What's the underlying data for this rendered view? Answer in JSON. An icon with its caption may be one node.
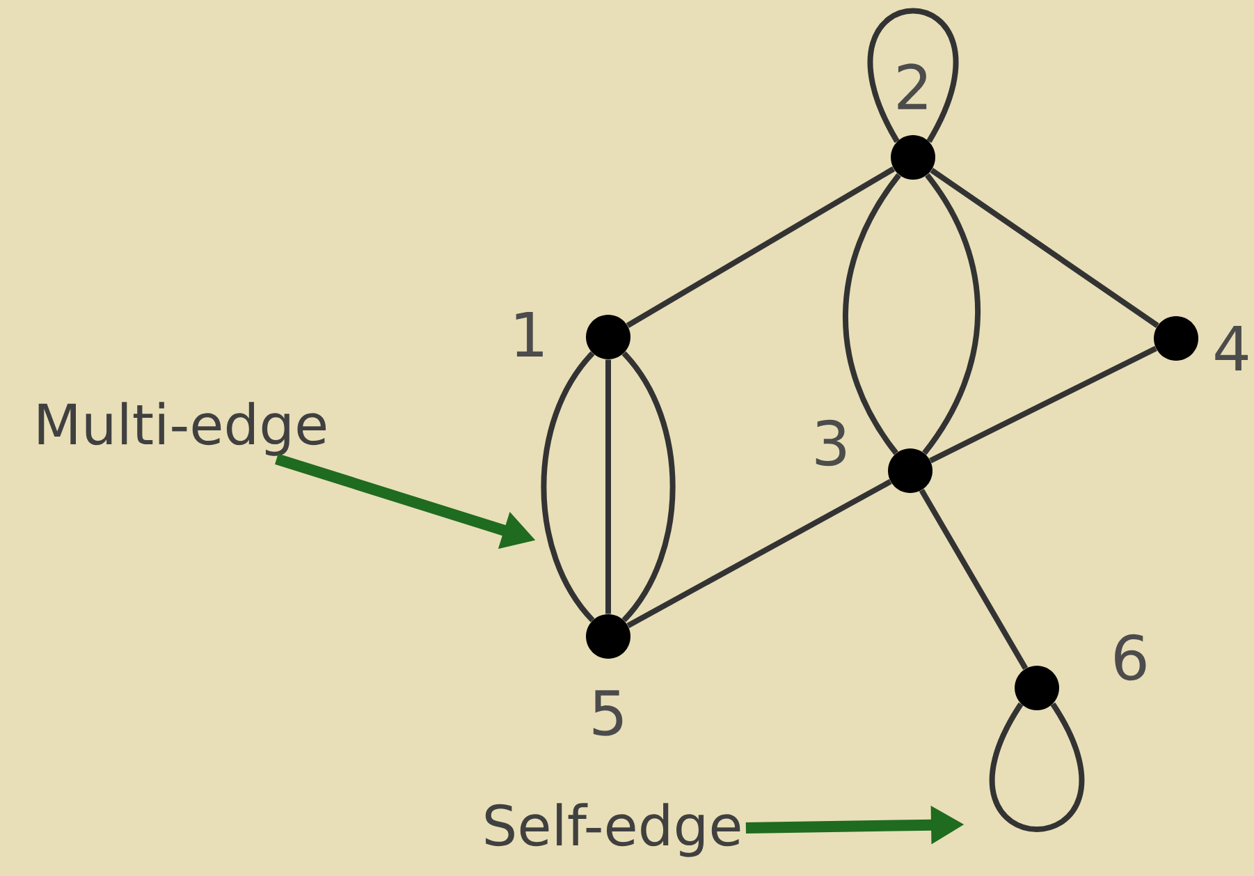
{
  "diagram": {
    "nodes": [
      {
        "text": [],
        "shape": "circle",
        "beside": [
          "1"
        ]
      },
      {
        "text": [],
        "shape": "circle",
        "beside": [
          "2"
        ]
      },
      {
        "text": [],
        "shape": "circle",
        "beside": [
          "3"
        ]
      },
      {
        "text": [],
        "shape": "circle",
        "beside": [
          "4"
        ]
      },
      {
        "text": [],
        "shape": "circle",
        "beside": [
          "5"
        ]
      },
      {
        "text": [],
        "shape": "circle",
        "beside": [
          "6"
        ]
      },
      {
        "text": [
          "Multi-edge"
        ]
      },
      {
        "text": [
          "Self-edge"
        ]
      }
    ],
    "edges": [
      {
        "from": 0,
        "to": 1,
        "arrow": "none"
      },
      {
        "from": 0,
        "to": 4,
        "arrow": "none"
      },
      {
        "from": 0,
        "to": 4,
        "arrow": "none"
      },
      {
        "from": 0,
        "to": 4,
        "arrow": "none"
      },
      {
        "from": 1,
        "to": 1,
        "arrow": "none"
      },
      {
        "from": 1,
        "to": 2,
        "arrow": "none"
      },
      {
        "from": 1,
        "to": 2,
        "arrow": "none"
      },
      {
        "from": 1,
        "to": 3,
        "arrow": "none"
      },
      {
        "from": 2,
        "to": 3,
        "arrow": "none"
      },
      {
        "from": 2,
        "to": 4,
        "arrow": "none"
      },
      {
        "from": 2,
        "to": 5,
        "arrow": "none"
      },
      {
        "from": 5,
        "to": 5,
        "arrow": "none"
      },
      {
        "from": 6,
        "to": null,
        "arrow": "to",
        "style": "thick",
        "color": "#1f6b1f"
      },
      {
        "from": 7,
        "to": null,
        "arrow": "to",
        "style": "thick",
        "color": "#1f6b1f"
      }
    ]
  }
}
